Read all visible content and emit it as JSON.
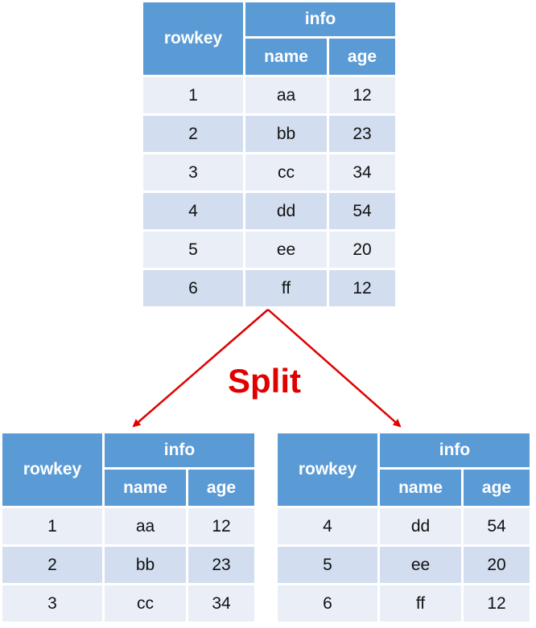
{
  "colors": {
    "header": "#5B9BD5",
    "row_light": "#EAEFF7",
    "row_dark": "#D2DEEF",
    "arrow": "#E00000"
  },
  "split_label": "Split",
  "tables": {
    "original": {
      "rowkey_header": "rowkey",
      "family_header": "info",
      "columns": [
        "name",
        "age"
      ],
      "rows": [
        {
          "rowkey": "1",
          "name": "aa",
          "age": "12"
        },
        {
          "rowkey": "2",
          "name": "bb",
          "age": "23"
        },
        {
          "rowkey": "3",
          "name": "cc",
          "age": "34"
        },
        {
          "rowkey": "4",
          "name": "dd",
          "age": "54"
        },
        {
          "rowkey": "5",
          "name": "ee",
          "age": "20"
        },
        {
          "rowkey": "6",
          "name": "ff",
          "age": "12"
        }
      ]
    },
    "left": {
      "rowkey_header": "rowkey",
      "family_header": "info",
      "columns": [
        "name",
        "age"
      ],
      "rows": [
        {
          "rowkey": "1",
          "name": "aa",
          "age": "12"
        },
        {
          "rowkey": "2",
          "name": "bb",
          "age": "23"
        },
        {
          "rowkey": "3",
          "name": "cc",
          "age": "34"
        }
      ]
    },
    "right": {
      "rowkey_header": "rowkey",
      "family_header": "info",
      "columns": [
        "name",
        "age"
      ],
      "rows": [
        {
          "rowkey": "4",
          "name": "dd",
          "age": "54"
        },
        {
          "rowkey": "5",
          "name": "ee",
          "age": "20"
        },
        {
          "rowkey": "6",
          "name": "ff",
          "age": "12"
        }
      ]
    }
  }
}
